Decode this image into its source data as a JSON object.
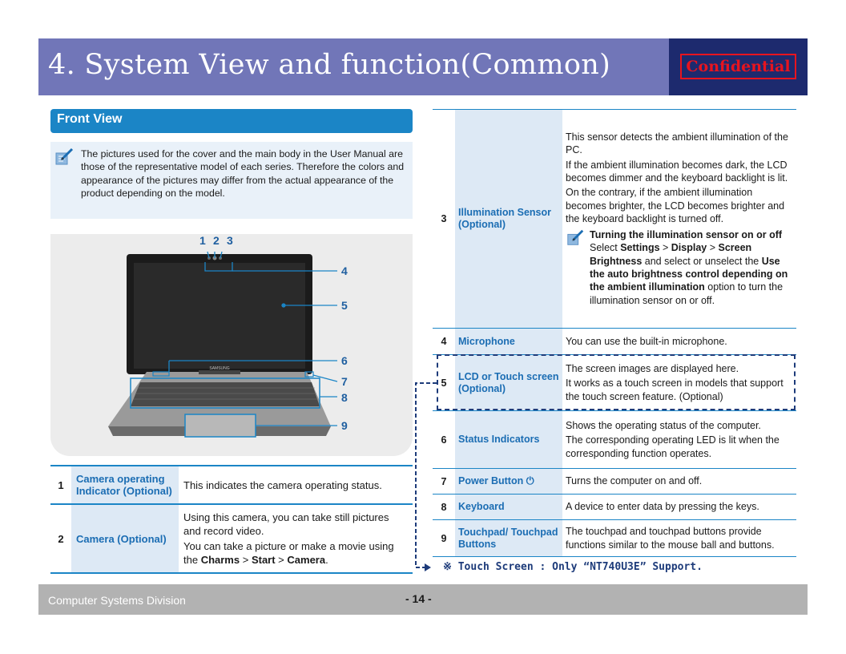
{
  "header": {
    "title": "4. System View and function(Common)",
    "confidential": "Confidential"
  },
  "front_view": {
    "heading": "Front View",
    "note": "The pictures used for the cover and the main body in the User Manual are those of the representative model of each series. Therefore the colors and appearance of the pictures may differ from the actual appearance of the product depending on the model.",
    "callouts": [
      "1",
      "2",
      "3",
      "4",
      "5",
      "6",
      "7",
      "8",
      "9"
    ],
    "logo_text": "SAMSUNG"
  },
  "left_table": [
    {
      "num": "1",
      "label": "Camera operating Indicator (Optional)",
      "desc": "This indicates the camera operating status."
    },
    {
      "num": "2",
      "label": "Camera (Optional)",
      "desc1": "Using this camera, you can take still pictures and record video.",
      "desc2_pre": "You can take a picture or make a movie using the ",
      "desc2_b1": "Charms",
      "desc2_s1": " > ",
      "desc2_b2": "Start",
      "desc2_s2": " > ",
      "desc2_b3": "Camera",
      "desc2_end": "."
    }
  ],
  "right_table": {
    "r3": {
      "num": "3",
      "label": "Illumination Sensor (Optional)",
      "p1": "This sensor detects the ambient illumination of the PC.",
      "p2": "If the ambient illumination becomes dark, the LCD becomes dimmer and the keyboard backlight is lit.",
      "p3": "On the contrary, if the ambient illumination becomes brighter, the LCD becomes brighter and the keyboard backlight is turned off.",
      "sub_title": "Turning the illumination sensor on or off",
      "sub_a": "Select ",
      "sub_b1": "Settings",
      "sub_s1": " > ",
      "sub_b2": "Display",
      "sub_s2": " > ",
      "sub_b3": "Screen Brightness",
      "sub_c": " and select or unselect the ",
      "sub_b4": "Use the auto brightness control depending on the ambient illumination",
      "sub_d": " option to turn the illumination sensor on or off."
    },
    "r4": {
      "num": "4",
      "label": "Microphone",
      "desc": "You can use the built-in microphone."
    },
    "r5": {
      "num": "5",
      "label": "LCD or Touch screen (Optional)",
      "desc1": "The screen images are displayed here.",
      "desc2": "It works as a touch screen in models that support the touch screen feature. (Optional)"
    },
    "r6": {
      "num": "6",
      "label": "Status Indicators",
      "desc1": "Shows the operating status of the computer.",
      "desc2": "The corresponding operating LED is lit when the corresponding function operates."
    },
    "r7": {
      "num": "7",
      "label": "Power Button",
      "desc": "Turns the computer on and off."
    },
    "r8": {
      "num": "8",
      "label": "Keyboard",
      "desc": "A device to enter data by pressing the keys."
    },
    "r9": {
      "num": "9",
      "label": "Touchpad/ Touchpad Buttons",
      "desc": "The touchpad and touchpad buttons provide functions similar to the mouse ball and buttons."
    }
  },
  "touch_note": "※ Touch Screen : Only “NT740U3E” Support.",
  "footer": {
    "division": "Computer Systems  Division",
    "page": "- 14 -"
  },
  "colors": {
    "title_bg": "#7176b8",
    "confidential_bg": "#1d2a6e",
    "accent_blue": "#1b85c6",
    "dash": "#1d3b7a"
  }
}
